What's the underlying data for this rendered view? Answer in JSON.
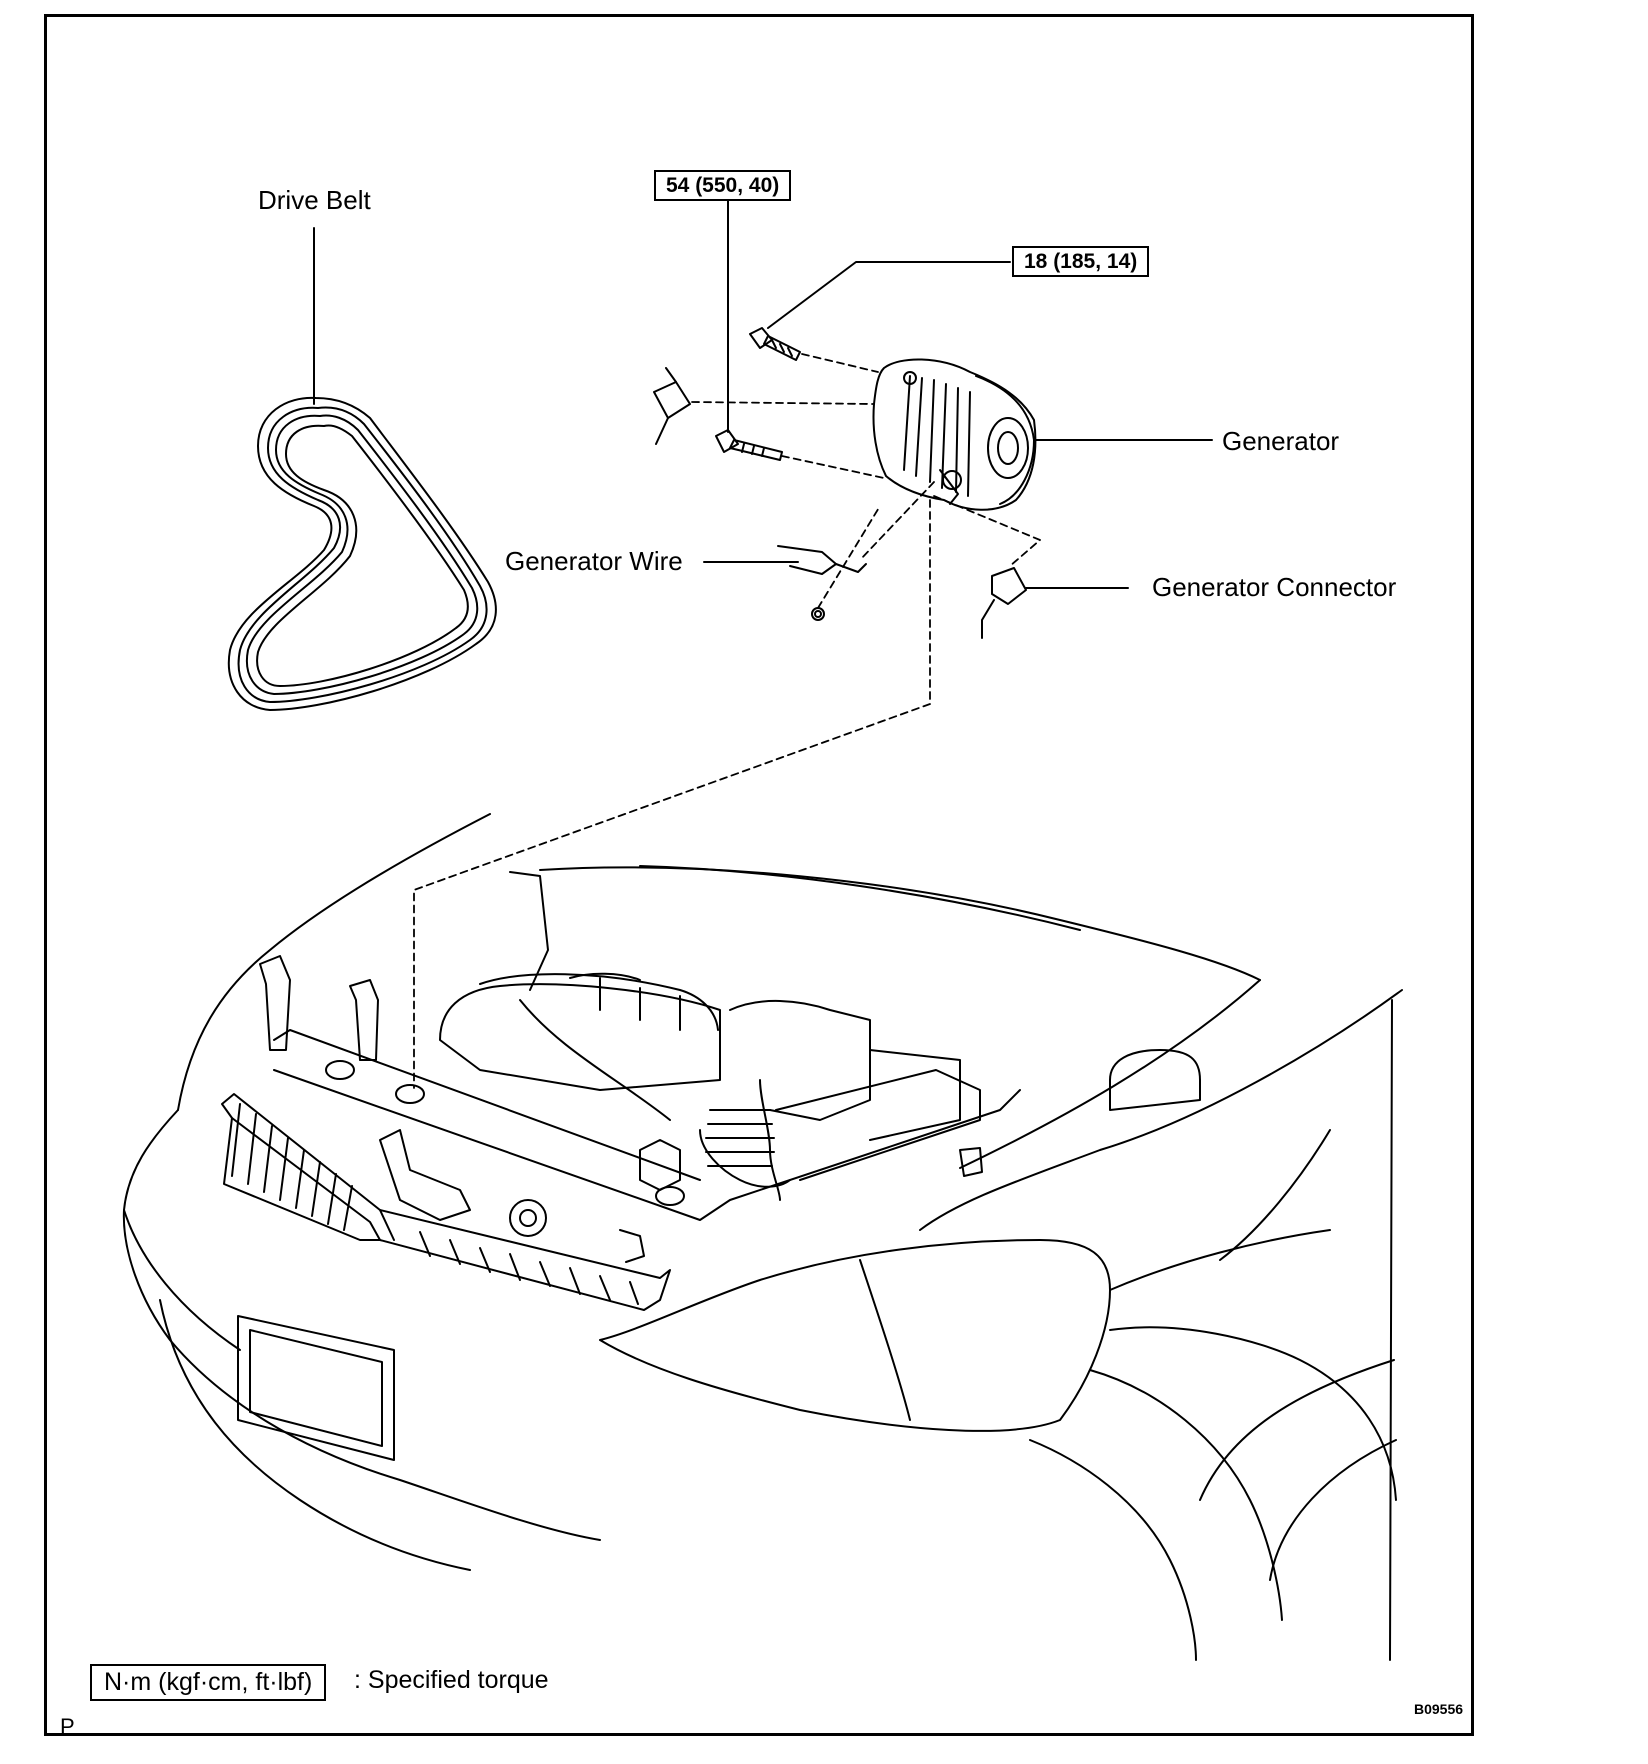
{
  "labels": {
    "drive_belt": "Drive Belt",
    "generator": "Generator",
    "generator_wire": "Generator Wire",
    "generator_connector": "Generator Connector"
  },
  "torque": {
    "upper_bolt": "54 (550, 40)",
    "lower_bolt": "18 (185, 14)"
  },
  "legend": {
    "unit": "N·m (kgf·cm, ft·lbf)",
    "description": ": Specified torque"
  },
  "corner": {
    "page_mark": "P",
    "figure_code": "B09556"
  }
}
